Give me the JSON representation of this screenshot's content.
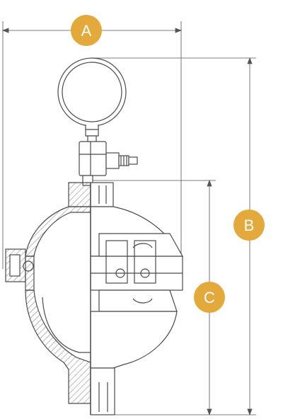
{
  "diagram": {
    "dimensions": [
      {
        "id": "A",
        "label": "A"
      },
      {
        "id": "B",
        "label": "B"
      },
      {
        "id": "C",
        "label": "C"
      }
    ],
    "colors": {
      "badge": "#E3A93A",
      "line": "#4a4a4a",
      "dim_line": "#555555",
      "hatch": "#7a7a7a",
      "background": "#ffffff"
    }
  }
}
